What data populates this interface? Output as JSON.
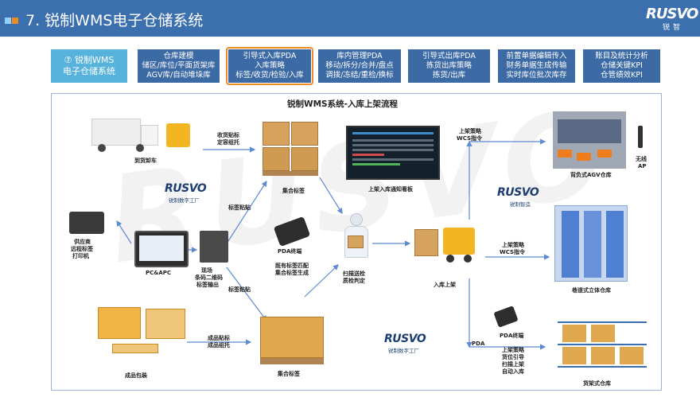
{
  "header": {
    "title": "7. 锐制WMS电子仓储系统",
    "logo_word": "RUSVO",
    "logo_sub": "锐智"
  },
  "modules": [
    {
      "head": "⑦ 锐制WMS",
      "lines": [
        "电子仓储系统"
      ]
    },
    {
      "head": "仓库建模",
      "lines": [
        "储区/库位/平面货架库",
        "AGV库/自动堆垛库"
      ]
    },
    {
      "head": "引导式入库PDA",
      "lines": [
        "入库策略",
        "标签/收货/检验/入库"
      ]
    },
    {
      "head": "库内管理PDA",
      "lines": [
        "移动/拆分/合并/盘点",
        "调拨/冻结/重检/换标"
      ]
    },
    {
      "head": "引导式出库PDA",
      "lines": [
        "拣货出库策略",
        "拣货/出库"
      ]
    },
    {
      "head": "前置单据编辑传入",
      "lines": [
        "财务单据生成传输",
        "实时库位批次库存"
      ]
    },
    {
      "head": "账目及统计分析",
      "lines": [
        "仓储关键KPI",
        "仓管绩效KPI"
      ]
    }
  ],
  "flow": {
    "title": "锐制WMS系统-入库上架流程",
    "watermark": "RUSVO",
    "labels": {
      "unload": "到货卸车",
      "receive_label_1": "收货贴标",
      "receive_label_2": "定容组托",
      "collect_label": "集合标签",
      "kanban": "上架入库通知看板",
      "strategy_top_1": "上架策略",
      "strategy_top_2": "WCS指令",
      "agv": "背负式AGV仓库",
      "wireless_1": "无线",
      "wireless_2": "AP",
      "brand_sub_a": "锐制数字工厂",
      "brand_sub_b": "锐制智造",
      "brand_sub_c": "锐制数字工厂",
      "printer_1": "供应商",
      "printer_2": "远程标签",
      "printer_3": "打印机",
      "pc": "PC&APC",
      "label_paste_1": "标签粘贴",
      "label_paste_2": "标签粘贴",
      "onsite_1": "现场",
      "onsite_2": "条码二维码",
      "onsite_3": "标签输出",
      "pda_terminal": "PDA终端",
      "match_1": "既有标签匹配",
      "match_2": "集合标签生成",
      "scan_1": "扫描送检",
      "scan_2": "质检判定",
      "putaway": "入库上架",
      "strategy_mid_1": "上架策略",
      "strategy_mid_2": "WCS指令",
      "stacker": "巷道式立体仓库",
      "finished_pack": "成品包装",
      "finished_label_1": "成品贴标",
      "finished_label_2": "成品组托",
      "collect_label_2": "集合标签",
      "pda_left": "PDA",
      "pda_terminal_2": "PDA终端",
      "guide_1": "上架策略",
      "guide_2": "货位引导",
      "guide_3": "扫描上架",
      "guide_4": "自动入库",
      "shelf": "货架式仓库"
    }
  },
  "colors": {
    "header_bg": "#3b6fae",
    "module_bg": "#3c6aa4",
    "module_first_bg": "#57b2dc",
    "highlight": "#f08a24",
    "arrow": "#5b8bd0"
  }
}
